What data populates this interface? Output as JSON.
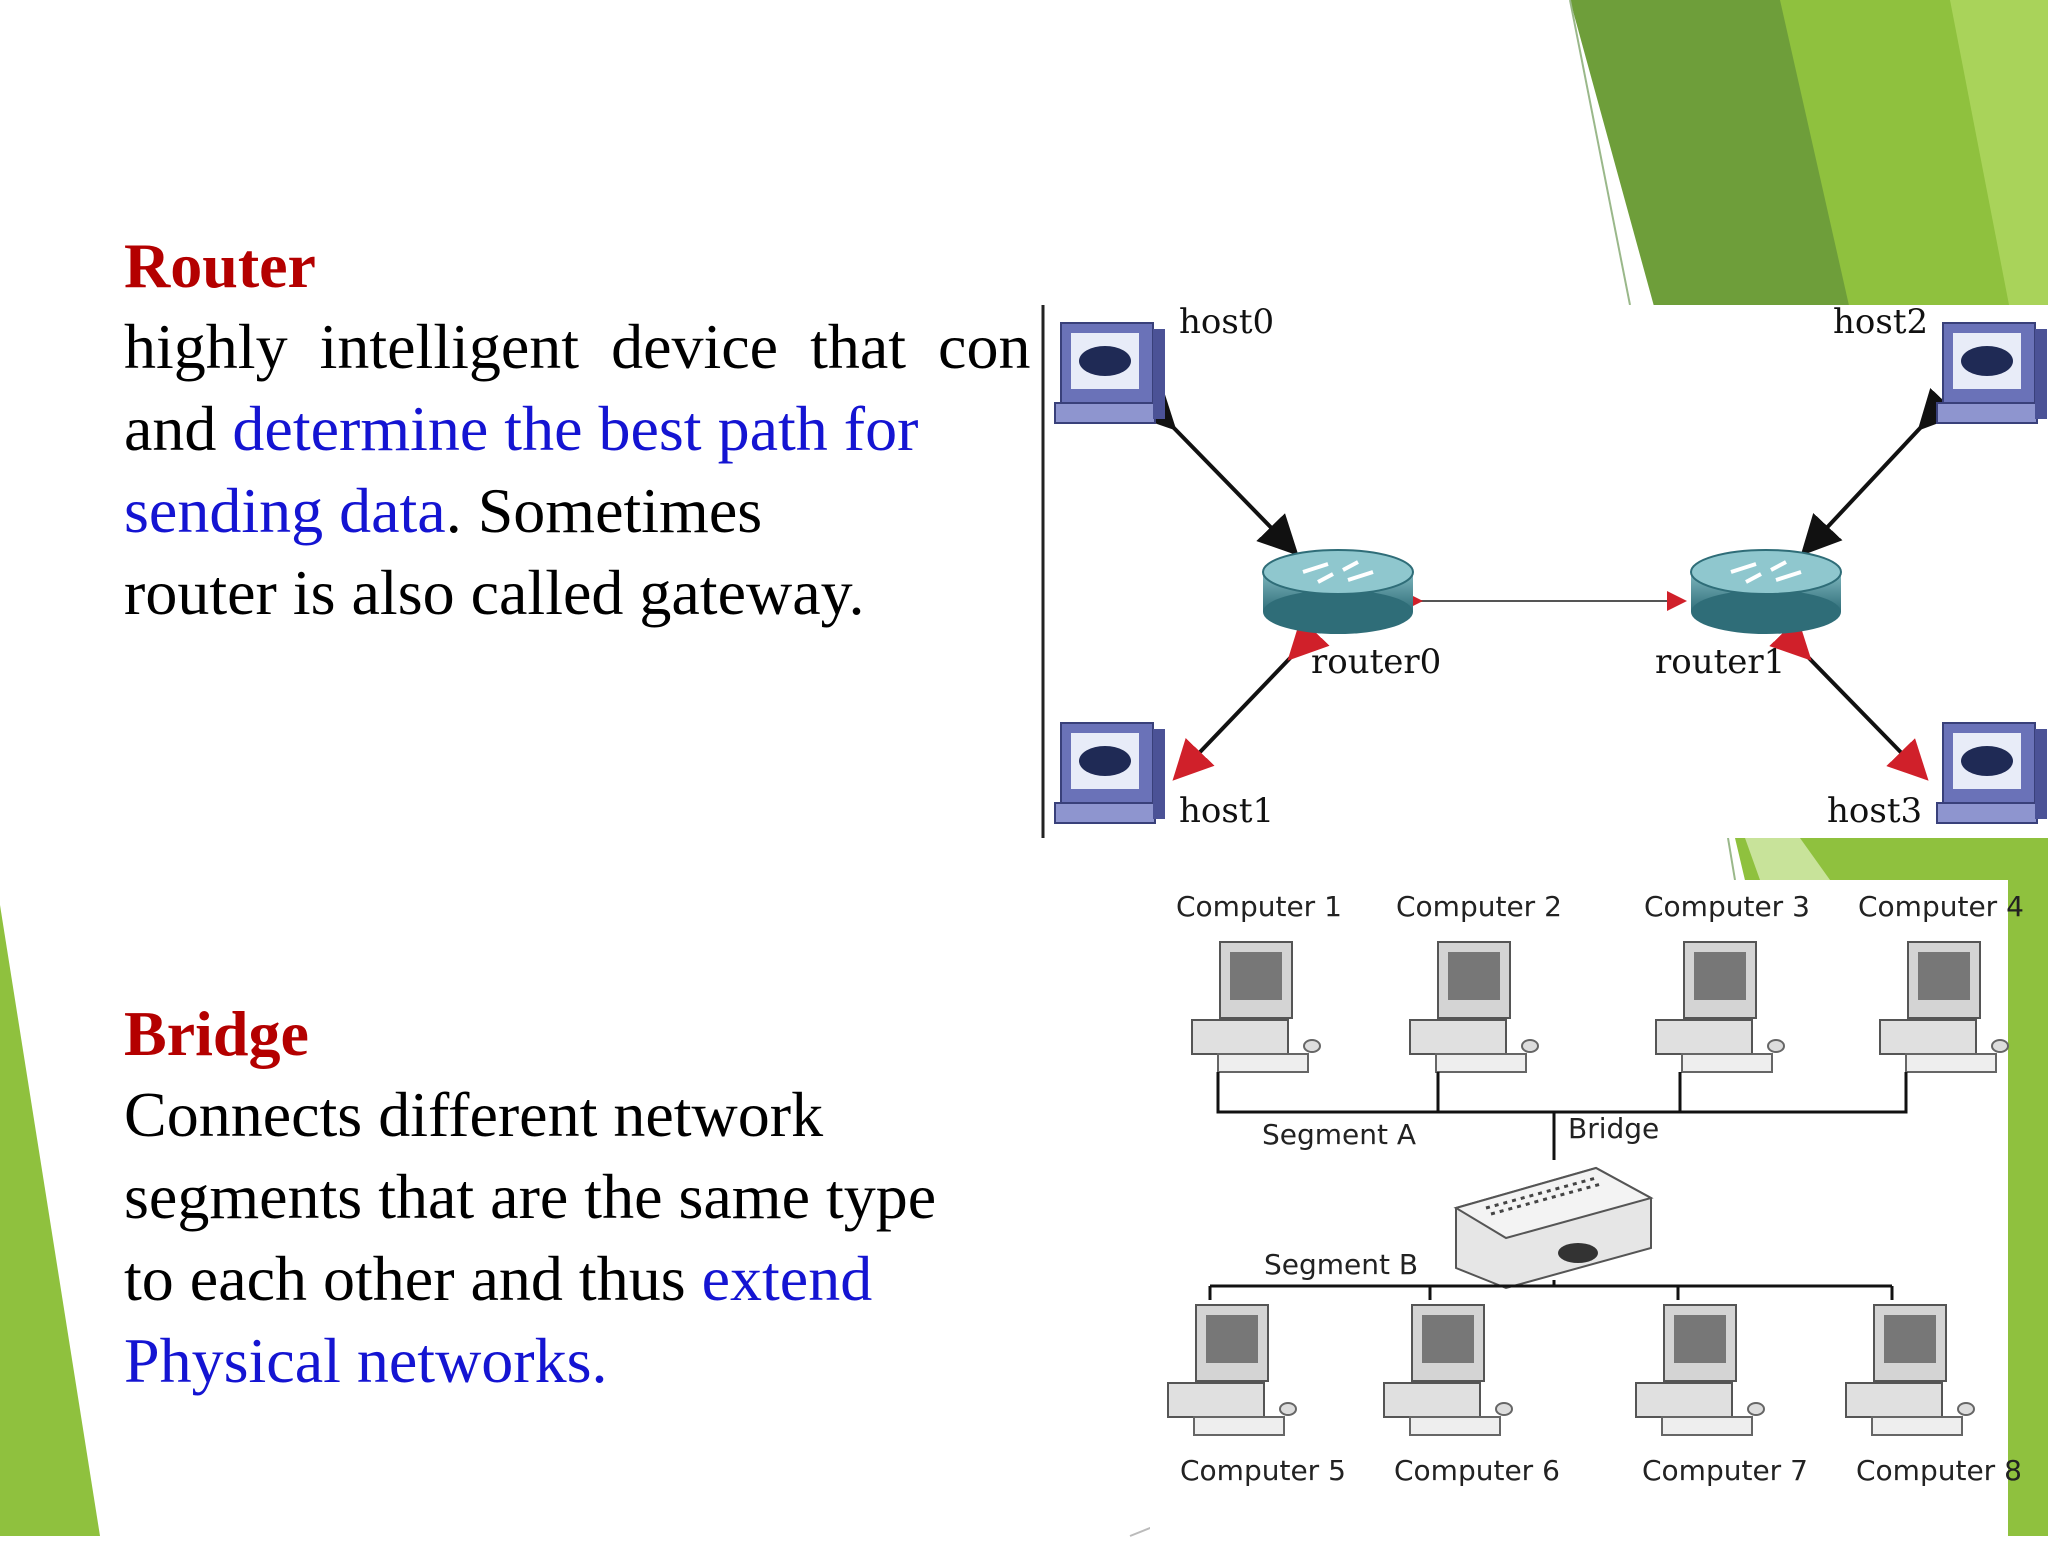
{
  "colors": {
    "heading": "#b40000",
    "highlight": "#1414d2",
    "accent_green_dark": "#6e9e3a",
    "accent_green_light": "#8fc13e"
  },
  "router": {
    "title": "Router",
    "lines": [
      [
        {
          "text": "highly  intelligent  device  that  con",
          "hl": false
        }
      ],
      [
        {
          "text": "and ",
          "hl": false
        },
        {
          "text": "determine the best path for",
          "hl": true
        }
      ],
      [
        {
          "text": "sending data",
          "hl": true
        },
        {
          "text": ". Sometimes",
          "hl": false
        }
      ],
      [
        {
          "text": "router is also called gateway.",
          "hl": false
        }
      ]
    ],
    "diagram": {
      "hosts": [
        "host0",
        "host1",
        "host2",
        "host3"
      ],
      "routers": [
        "router0",
        "router1"
      ],
      "icons": [
        "computer-icon",
        "router-icon"
      ]
    }
  },
  "bridge": {
    "title": "Bridge",
    "lines": [
      [
        {
          "text": "Connects different network",
          "hl": false
        }
      ],
      [
        {
          "text": "segments that are the same type",
          "hl": false
        }
      ],
      [
        {
          "text": "to each other and thus ",
          "hl": false
        },
        {
          "text": "extend",
          "hl": true
        }
      ],
      [
        {
          "text": "Physical networks.",
          "hl": true
        }
      ]
    ],
    "diagram": {
      "computers_top": [
        "Computer 1",
        "Computer 2",
        "Computer 3",
        "Computer 4"
      ],
      "computers_bottom": [
        "Computer 5",
        "Computer 6",
        "Computer 7",
        "Computer 8"
      ],
      "segment_a": "Segment A",
      "segment_b": "Segment B",
      "bridge_label": "Bridge",
      "icons": [
        "desktop-computer-icon",
        "bridge-device-icon"
      ]
    }
  }
}
